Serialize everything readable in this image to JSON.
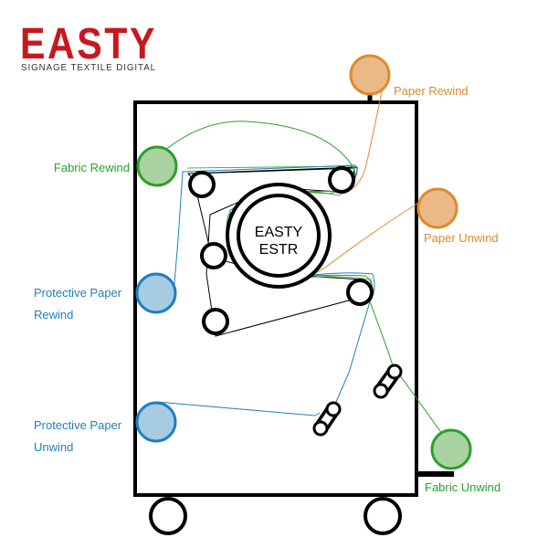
{
  "brand": {
    "logo_text": "EASTY",
    "tagline": "SIGNAGE TEXTILE DIGITAL",
    "logo_color": "#c8171e"
  },
  "drum": {
    "line1": "EASTY",
    "line2": "ESTR"
  },
  "labels": {
    "paper_rewind": "Paper Rewind",
    "paper_unwind": "Paper Unwind",
    "fabric_rewind": "Fabric Rewind",
    "fabric_unwind": "Fabric Unwind",
    "protective_rewind_1": "Protective Paper",
    "protective_rewind_2": "Rewind",
    "protective_unwind_1": "Protective Paper",
    "protective_unwind_2": "Unwind"
  },
  "colors": {
    "paper": "#e08a2c",
    "paper_fill": "#e9b987",
    "fabric": "#2ca02c",
    "fabric_fill": "#a9d4a1",
    "protective": "#1f7fbf",
    "protective_fill": "#a7cbe3",
    "frame": "#000000"
  }
}
